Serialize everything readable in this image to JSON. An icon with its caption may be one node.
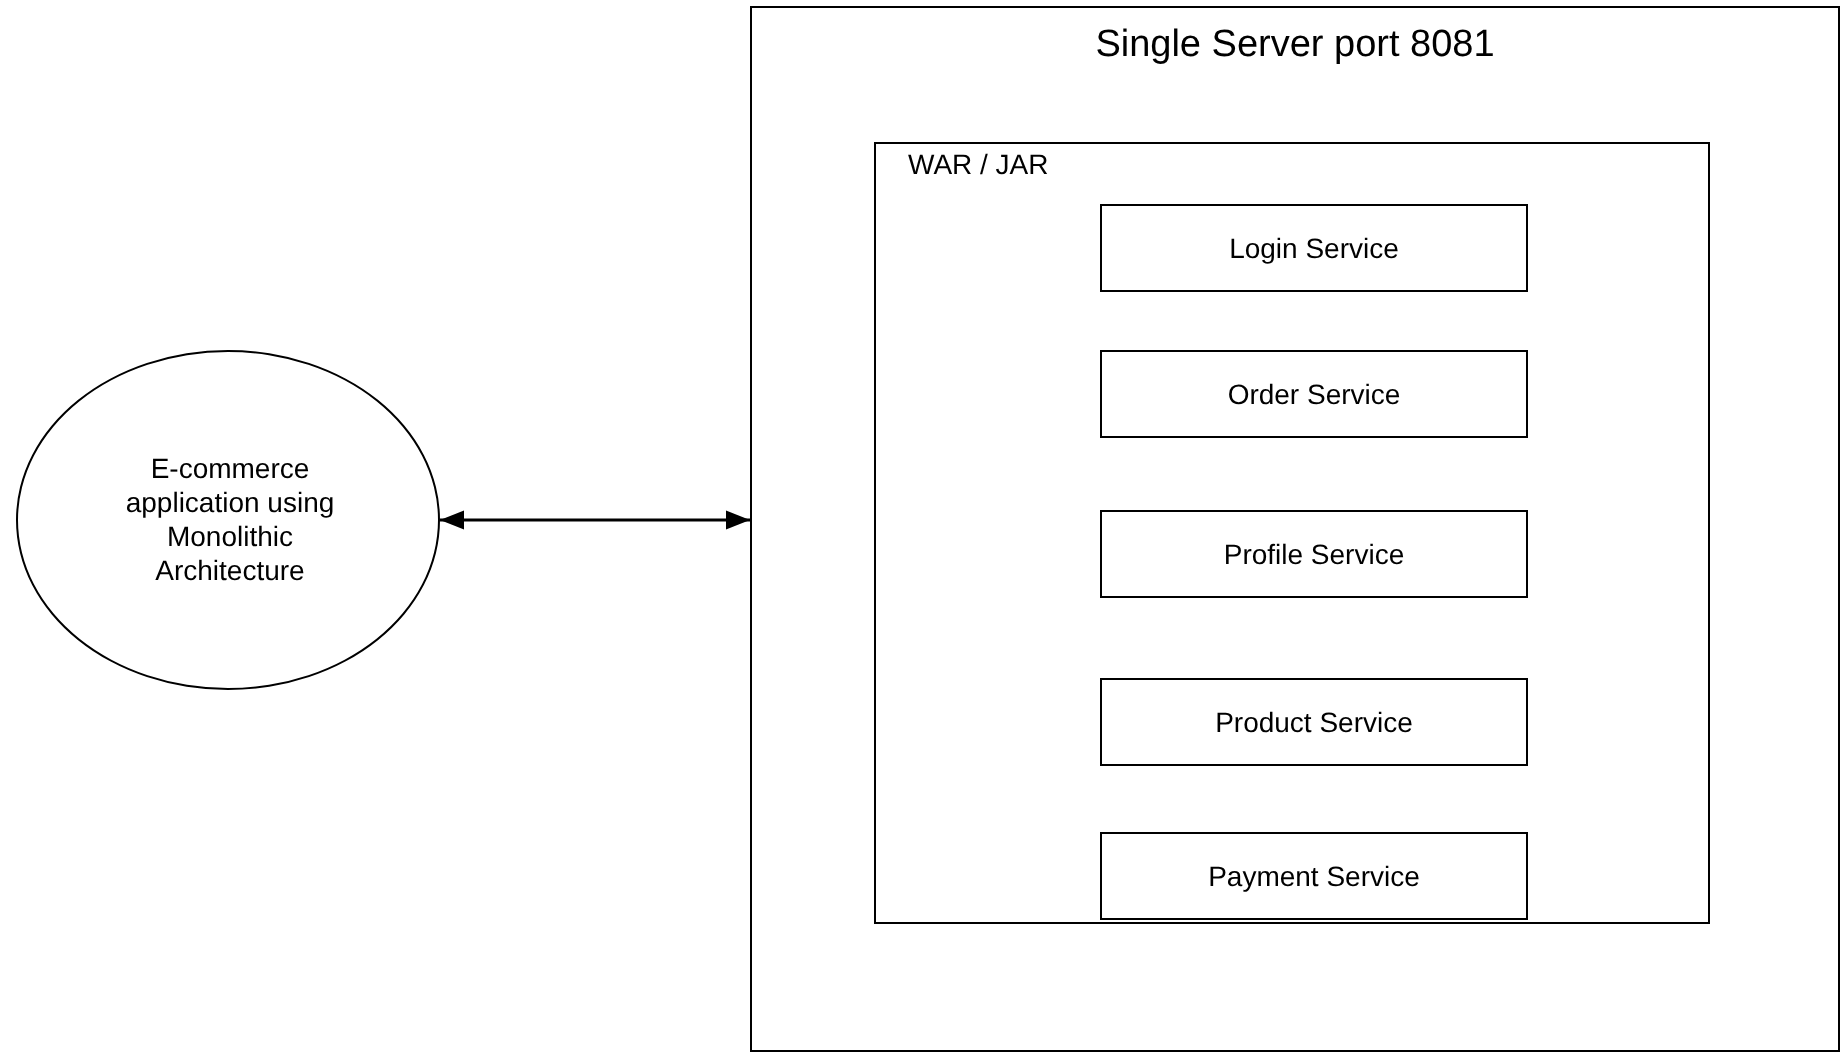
{
  "diagram": {
    "nodes": [
      {
        "text": [
          "E-commerce application using Monolithic Architecture"
        ]
      },
      {
        "text": [
          "Single Server port 8081"
        ]
      },
      {
        "text": [
          "WAR / JAR"
        ],
        "in": 1
      },
      {
        "text": [
          "Login Service"
        ],
        "in": 2
      },
      {
        "text": [
          "Order Service"
        ],
        "in": 2
      },
      {
        "text": [
          "Profile Service"
        ],
        "in": 2
      },
      {
        "text": [
          "Product Service"
        ],
        "in": 2
      },
      {
        "text": [
          "Payment Service"
        ],
        "in": 2
      }
    ],
    "edges": [
      {
        "from": 0,
        "to": 1,
        "arrow": "both"
      }
    ]
  }
}
